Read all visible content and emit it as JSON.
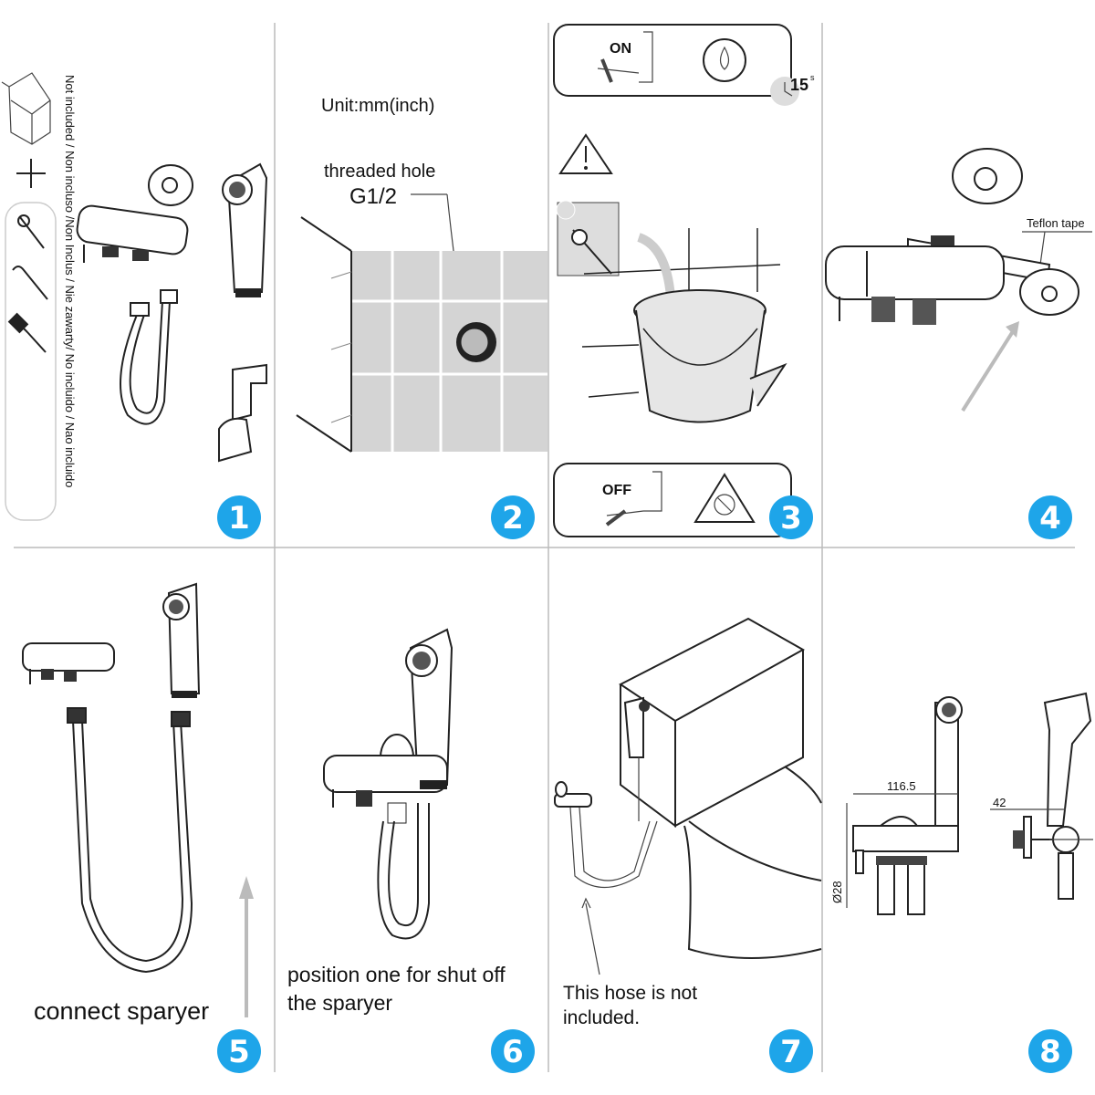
{
  "steps": [
    {
      "number": "1",
      "not_included": "Not included / Non incluso /Non Inclus / Nie zawarty/ No incluido / Nao incluido"
    },
    {
      "number": "2",
      "unit": "Unit:mm(inch)",
      "threaded_hole": "threaded hole",
      "thread_size": "G1/2"
    },
    {
      "number": "3",
      "on_label": "ON",
      "off_label": "OFF",
      "timer": "15",
      "timer_unit": "s"
    },
    {
      "number": "4",
      "teflon": "Teflon tape"
    },
    {
      "number": "5",
      "caption": "connect sparyer"
    },
    {
      "number": "6",
      "caption_line1": "position one for shut off",
      "caption_line2": "the sparyer"
    },
    {
      "number": "7",
      "caption_line1": "This hose is not",
      "caption_line2": "included."
    },
    {
      "number": "8",
      "dim_width": "116.5",
      "dim_diameter": "Ø28",
      "dim_depth": "42"
    }
  ],
  "colors": {
    "badge": "#1ea5e9",
    "divider": "#bbbbbb",
    "tile": "#d4d4d4"
  }
}
